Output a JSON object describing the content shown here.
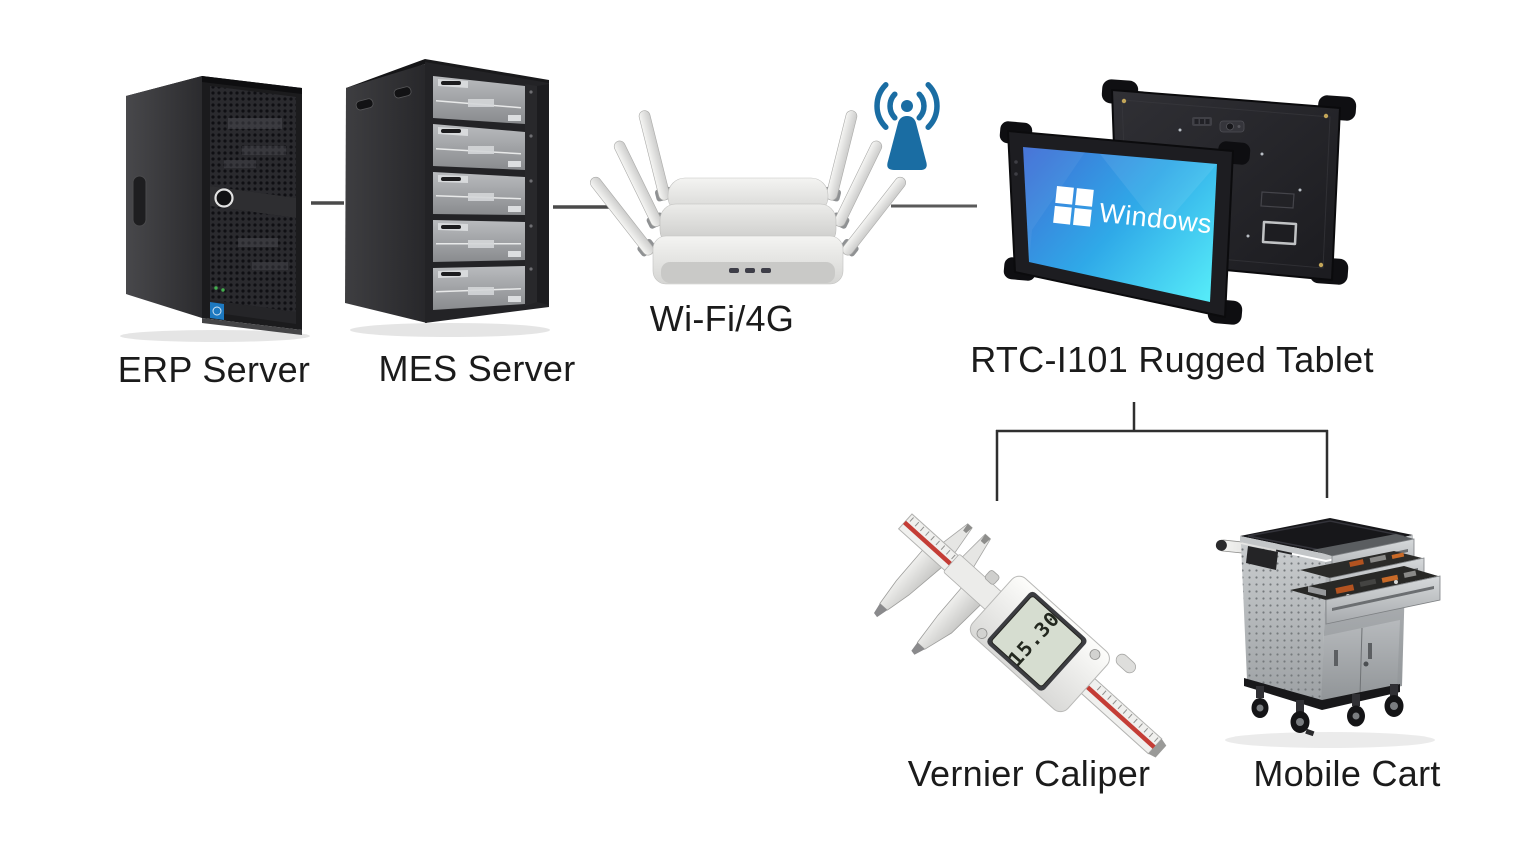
{
  "diagram": {
    "labels": {
      "erp": "ERP Server",
      "mes": "MES Server",
      "wifi": "Wi-Fi/4G",
      "tablet": "RTC-I101 Rugged Tablet",
      "caliper": "Vernier Caliper",
      "cart": "Mobile Cart"
    },
    "tablet_screen": {
      "brand": "Windows"
    },
    "caliper_display": {
      "value": "15.30"
    },
    "connections": [
      {
        "from": "ERP Server",
        "to": "MES Server"
      },
      {
        "from": "MES Server",
        "to": "Wi-Fi/4G"
      },
      {
        "from": "Wi-Fi/4G",
        "to": "RTC-I101 Rugged Tablet"
      },
      {
        "from": "RTC-I101 Rugged Tablet",
        "to": "Vernier Caliper"
      },
      {
        "from": "RTC-I101 Rugged Tablet",
        "to": "Mobile Cart"
      }
    ],
    "colors": {
      "background": "#ffffff",
      "label_text": "#1b1b1b",
      "connector": "#4a4a4a",
      "wireless_icon_blue": "#1a6da3",
      "screen_gradient_start": "#3f70d6",
      "screen_gradient_mid": "#2fa9e8",
      "screen_gradient_end": "#55eaf8",
      "intel_badge_blue": "#1d79c0"
    },
    "icons": [
      "wireless-signal-icon",
      "windows-logo-icon"
    ]
  }
}
